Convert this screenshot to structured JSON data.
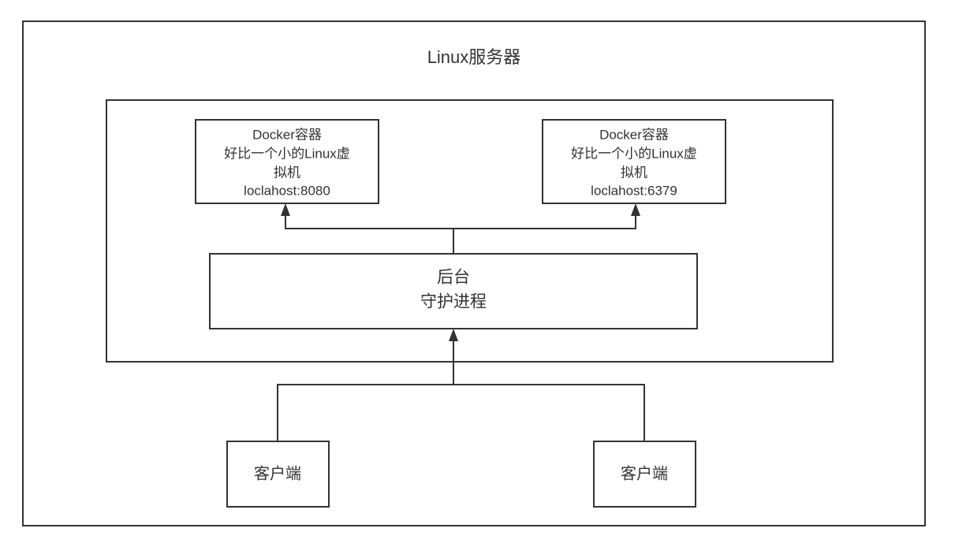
{
  "diagram": {
    "type": "block-architecture-diagram",
    "background_color": "#ffffff",
    "stroke_color": "#333333",
    "text_color": "#333333",
    "outer_box": {
      "label": "Linux服务器",
      "name": "linux-server-boundary"
    },
    "inner_box": {
      "label": "",
      "name": "docker-engine-boundary"
    },
    "containers": [
      {
        "name": "docker-container-left",
        "line1": "Docker容器",
        "line2": "好比一个小的Linux虚",
        "line3": "拟机",
        "line4": "loclahost:8080",
        "port": "8080"
      },
      {
        "name": "docker-container-right",
        "line1": "Docker容器",
        "line2": "好比一个小的Linux虚",
        "line3": "拟机",
        "line4": "loclahost:6379",
        "port": "6379"
      }
    ],
    "daemon": {
      "name": "background-daemon",
      "line1": "后台",
      "line2": "守护进程"
    },
    "clients": [
      {
        "name": "client-left",
        "label": "客户端"
      },
      {
        "name": "client-right",
        "label": "客户端"
      }
    ]
  }
}
